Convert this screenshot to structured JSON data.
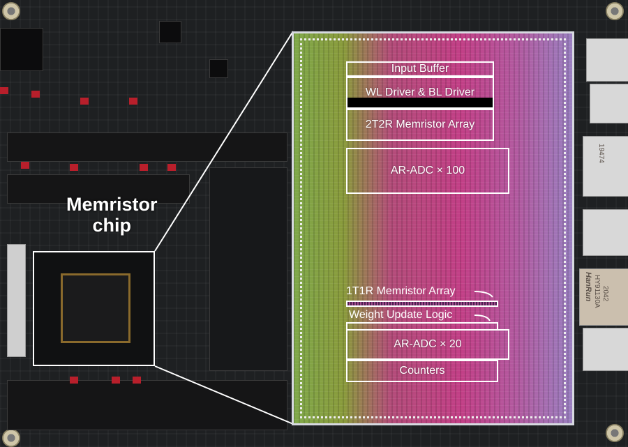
{
  "chip_label": {
    "line1": "Memristor",
    "line2": "chip"
  },
  "die_blocks": {
    "input_buffer": "Input Buffer",
    "wl_bl_driver": "WL Driver & BL Driver",
    "array_2t2r": "2T2R Memristor Array",
    "adc_100": "AR-ADC × 100",
    "array_1t1r": "1T1R Memristor Array",
    "weight_update": "Weight Update Logic",
    "adc_20": "AR-ADC × 20",
    "counters": "Counters"
  },
  "photo_lettering": [
    "HanRun",
    "HY91130A",
    "2042",
    "19474"
  ],
  "colors": {
    "pcb": "#1e2022",
    "jumper_red": "#b81f2b",
    "callout": "#ffffff"
  }
}
